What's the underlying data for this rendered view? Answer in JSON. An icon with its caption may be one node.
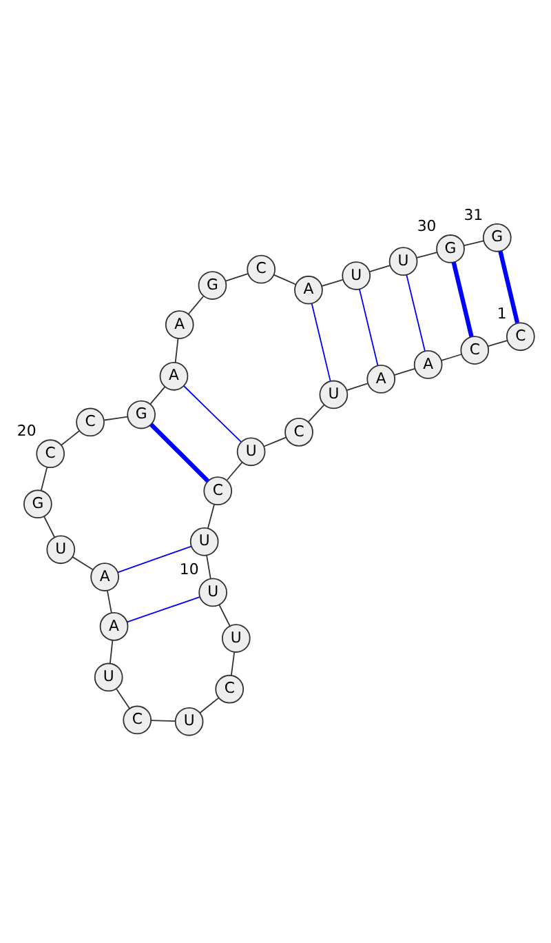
{
  "diagram": {
    "nodes": [
      {
        "text": [
          "C"
        ],
        "beside": [
          "1"
        ]
      },
      {
        "text": [
          "C"
        ]
      },
      {
        "text": [
          "A"
        ]
      },
      {
        "text": [
          "A"
        ]
      },
      {
        "text": [
          "U"
        ]
      },
      {
        "text": [
          "C"
        ]
      },
      {
        "text": [
          "U"
        ]
      },
      {
        "text": [
          "C"
        ]
      },
      {
        "text": [
          "U"
        ]
      },
      {
        "text": [
          "U"
        ],
        "beside": [
          "10"
        ]
      },
      {
        "text": [
          "U"
        ]
      },
      {
        "text": [
          "C"
        ]
      },
      {
        "text": [
          "U"
        ]
      },
      {
        "text": [
          "C"
        ]
      },
      {
        "text": [
          "U"
        ]
      },
      {
        "text": [
          "A"
        ]
      },
      {
        "text": [
          "A"
        ]
      },
      {
        "text": [
          "U"
        ]
      },
      {
        "text": [
          "G"
        ]
      },
      {
        "text": [
          "C"
        ],
        "beside": [
          "20"
        ]
      },
      {
        "text": [
          "C"
        ]
      },
      {
        "text": [
          "G"
        ]
      },
      {
        "text": [
          "A"
        ]
      },
      {
        "text": [
          "A"
        ]
      },
      {
        "text": [
          "G"
        ]
      },
      {
        "text": [
          "C"
        ]
      },
      {
        "text": [
          "A"
        ]
      },
      {
        "text": [
          "U"
        ]
      },
      {
        "text": [
          "U"
        ]
      },
      {
        "text": [
          "G"
        ],
        "beside": [
          "30"
        ]
      },
      {
        "text": [
          "G"
        ],
        "beside": [
          "31"
        ]
      }
    ],
    "edges": [
      {
        "from": 0,
        "to": 1,
        "arrow": "none"
      },
      {
        "from": 1,
        "to": 2,
        "arrow": "none"
      },
      {
        "from": 2,
        "to": 3,
        "arrow": "none"
      },
      {
        "from": 3,
        "to": 4,
        "arrow": "none"
      },
      {
        "from": 4,
        "to": 5,
        "arrow": "none"
      },
      {
        "from": 5,
        "to": 6,
        "arrow": "none"
      },
      {
        "from": 6,
        "to": 7,
        "arrow": "none"
      },
      {
        "from": 7,
        "to": 8,
        "arrow": "none"
      },
      {
        "from": 8,
        "to": 9,
        "arrow": "none"
      },
      {
        "from": 9,
        "to": 10,
        "arrow": "none"
      },
      {
        "from": 10,
        "to": 11,
        "arrow": "none"
      },
      {
        "from": 11,
        "to": 12,
        "arrow": "none"
      },
      {
        "from": 12,
        "to": 13,
        "arrow": "none"
      },
      {
        "from": 13,
        "to": 14,
        "arrow": "none"
      },
      {
        "from": 14,
        "to": 15,
        "arrow": "none"
      },
      {
        "from": 15,
        "to": 16,
        "arrow": "none"
      },
      {
        "from": 16,
        "to": 17,
        "arrow": "none"
      },
      {
        "from": 17,
        "to": 18,
        "arrow": "none"
      },
      {
        "from": 18,
        "to": 19,
        "arrow": "none"
      },
      {
        "from": 19,
        "to": 20,
        "arrow": "none"
      },
      {
        "from": 20,
        "to": 21,
        "arrow": "none"
      },
      {
        "from": 21,
        "to": 22,
        "arrow": "none"
      },
      {
        "from": 22,
        "to": 23,
        "arrow": "none"
      },
      {
        "from": 23,
        "to": 24,
        "arrow": "none"
      },
      {
        "from": 24,
        "to": 25,
        "arrow": "none"
      },
      {
        "from": 25,
        "to": 26,
        "arrow": "none"
      },
      {
        "from": 26,
        "to": 27,
        "arrow": "none"
      },
      {
        "from": 27,
        "to": 28,
        "arrow": "none"
      },
      {
        "from": 28,
        "to": 29,
        "arrow": "none"
      },
      {
        "from": 29,
        "to": 30,
        "arrow": "none"
      },
      {
        "from": 0,
        "to": 30,
        "arrow": "none",
        "style": "thick",
        "color": "#0000ff"
      },
      {
        "from": 1,
        "to": 29,
        "arrow": "none",
        "style": "thick",
        "color": "#0000ff"
      },
      {
        "from": 2,
        "to": 28,
        "arrow": "none",
        "color": "#0000ff"
      },
      {
        "from": 3,
        "to": 27,
        "arrow": "none",
        "color": "#0000ff"
      },
      {
        "from": 4,
        "to": 26,
        "arrow": "none",
        "color": "#0000ff"
      },
      {
        "from": 6,
        "to": 22,
        "arrow": "none",
        "color": "#0000ff"
      },
      {
        "from": 7,
        "to": 21,
        "arrow": "none",
        "style": "thick",
        "color": "#0000ff"
      },
      {
        "from": 8,
        "to": 16,
        "arrow": "none",
        "color": "#0000ff"
      },
      {
        "from": 9,
        "to": 15,
        "arrow": "none",
        "color": "#0000ff"
      }
    ]
  }
}
